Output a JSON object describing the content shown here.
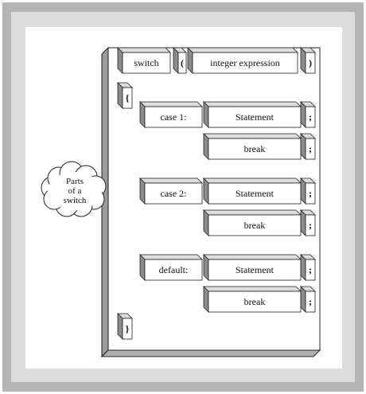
{
  "colors": {
    "outer_frame": "#b4b4b4",
    "inner_frame": "#dcdcdc",
    "panel": "#ffffff",
    "box_face": "#ffffff",
    "box_depth": "#8c8c8c",
    "box_top": "#dddddd",
    "stroke": "#222222",
    "cloud_fill": "#ffffff"
  },
  "header": {
    "switch_label": "switch",
    "open_paren": "(",
    "expression_label": "integer expression",
    "close_paren": ")"
  },
  "open_brace": "{",
  "close_brace": "}",
  "cases": [
    {
      "label": "case 1:",
      "statement": "Statement",
      "break_label": "break",
      "sep1": ";",
      "sep2": ";"
    },
    {
      "label": "case 2:",
      "statement": "Statement",
      "break_label": "break",
      "sep1": ";",
      "sep2": ";"
    },
    {
      "label": "default:",
      "statement": "Statement",
      "break_label": "break",
      "sep1": ";",
      "sep2": ";"
    }
  ],
  "cloud": {
    "line1": "Parts",
    "line2": "of a",
    "line3": "switch"
  }
}
